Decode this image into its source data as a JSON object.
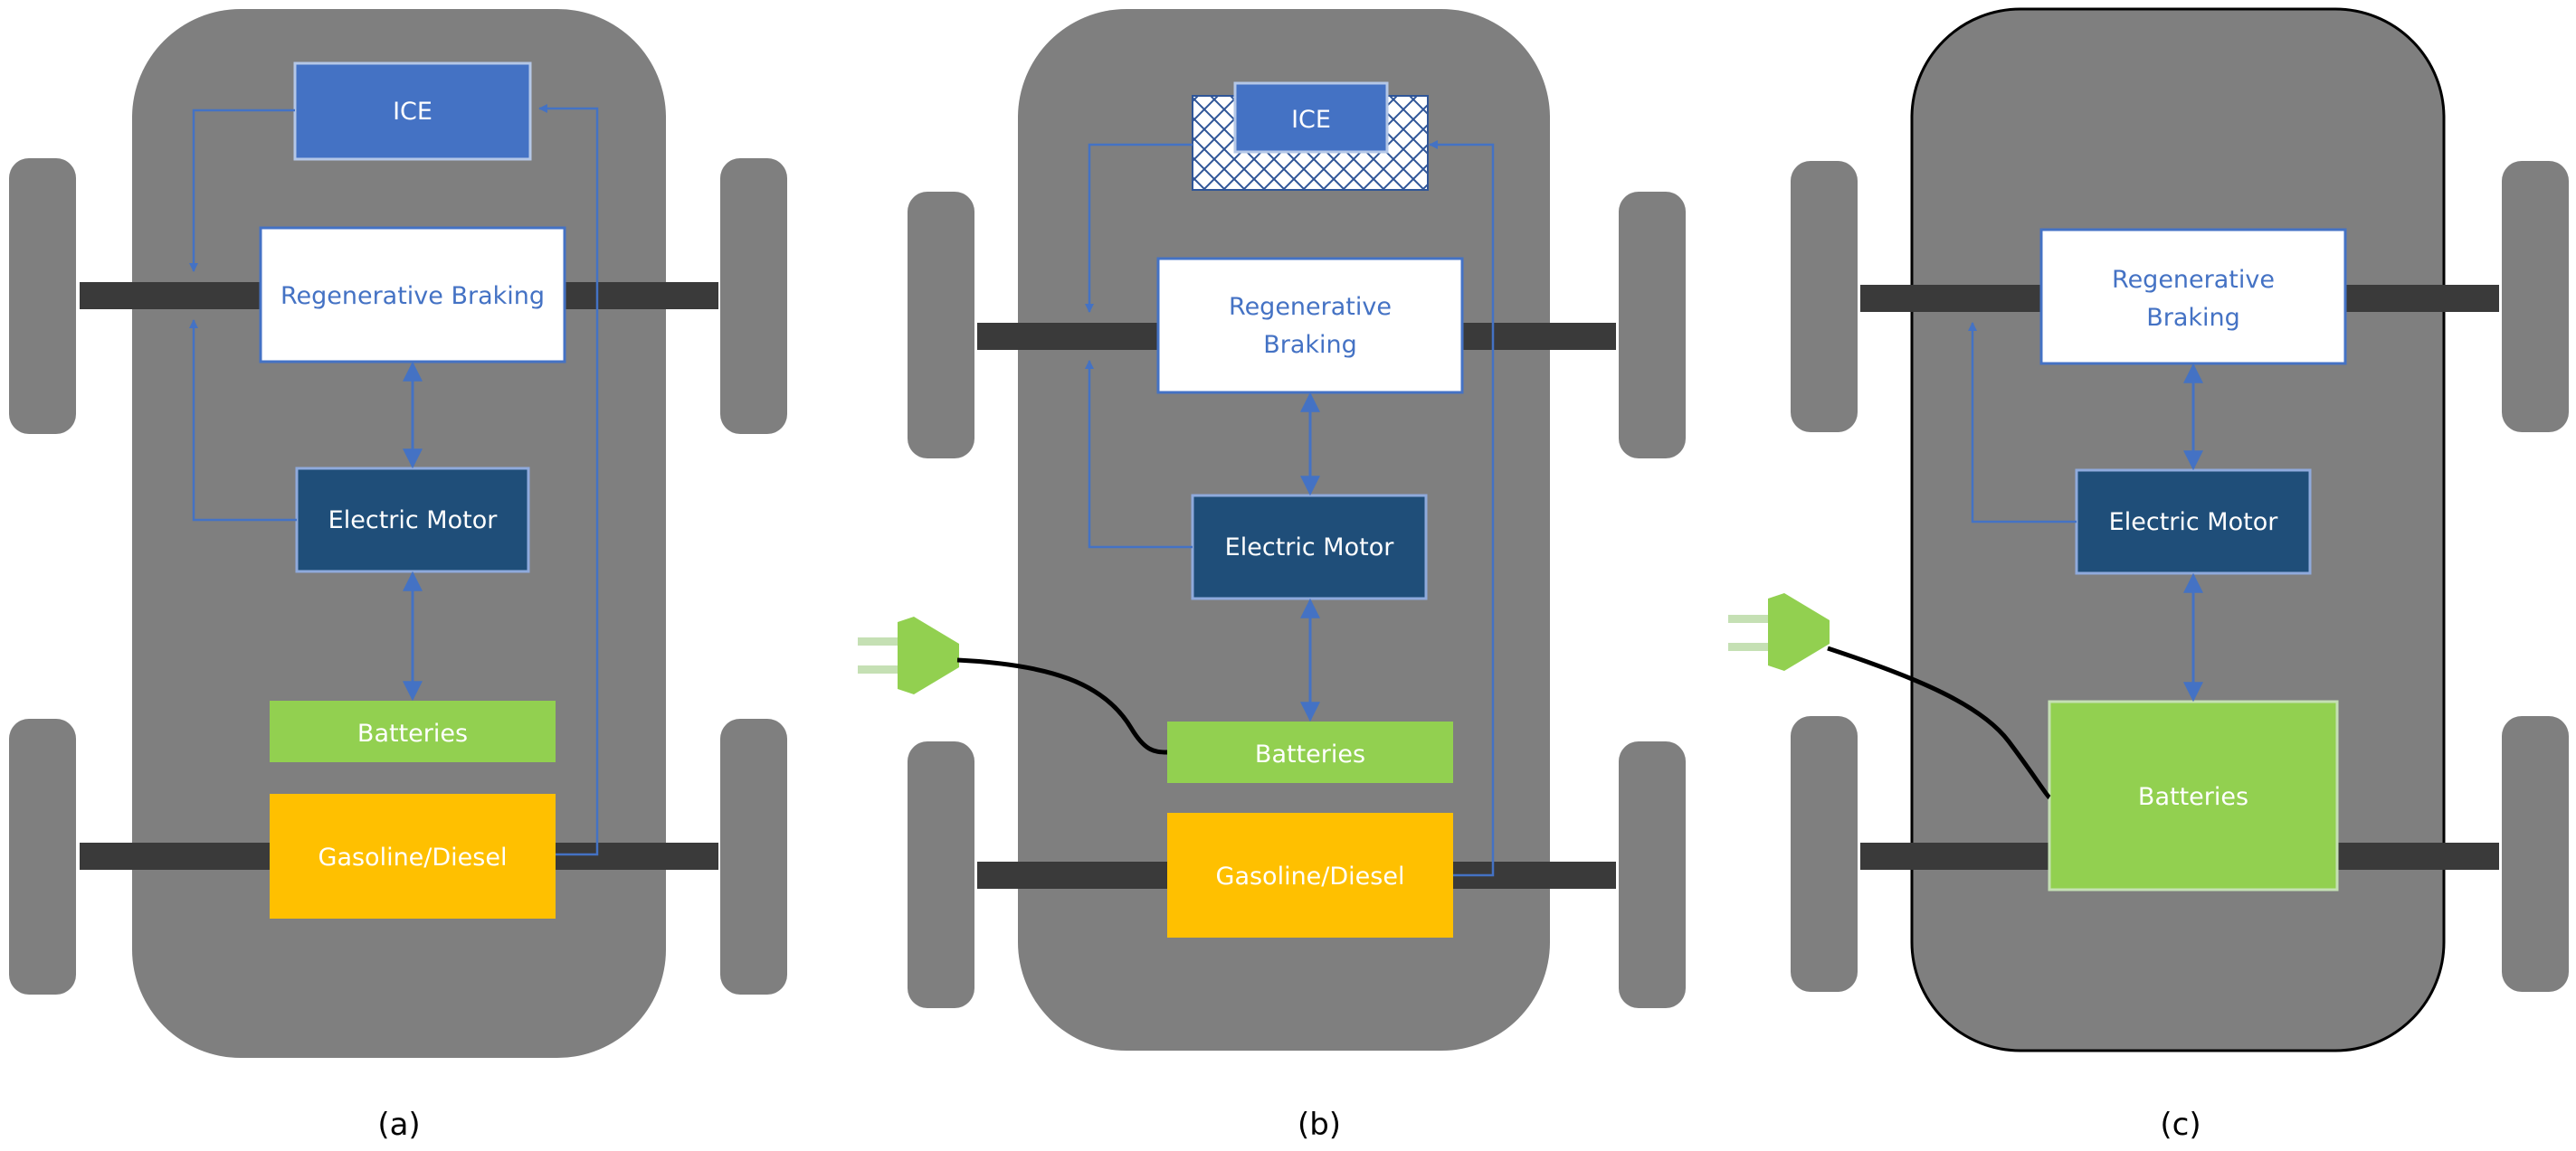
{
  "colors": {
    "car_body": "#7f7f7f",
    "wheel": "#7f7f7f",
    "axle": "#3a3a3a",
    "ice_fill": "#4472c4",
    "motor_fill": "#1f4e79",
    "battery_fill": "#92d050",
    "fuel_fill": "#ffc000",
    "arrow": "#4472c4",
    "regen_text": "#4472c4",
    "light_text": "#ffffff",
    "cable": "#000000"
  },
  "panels": {
    "a": {
      "caption": "(a)",
      "ice": "ICE",
      "regen": "Regenerative Braking",
      "motor": "Electric Motor",
      "batteries": "Batteries",
      "fuel": "Gasoline/Diesel"
    },
    "b": {
      "caption": "(b)",
      "ice": "ICE",
      "regen_line1": "Regenerative",
      "regen_line2": "Braking",
      "motor": "Electric Motor",
      "batteries": "Batteries",
      "fuel": "Gasoline/Diesel"
    },
    "c": {
      "caption": "(c)",
      "regen_line1": "Regenerative",
      "regen_line2": "Braking",
      "motor": "Electric Motor",
      "batteries": "Batteries"
    }
  }
}
